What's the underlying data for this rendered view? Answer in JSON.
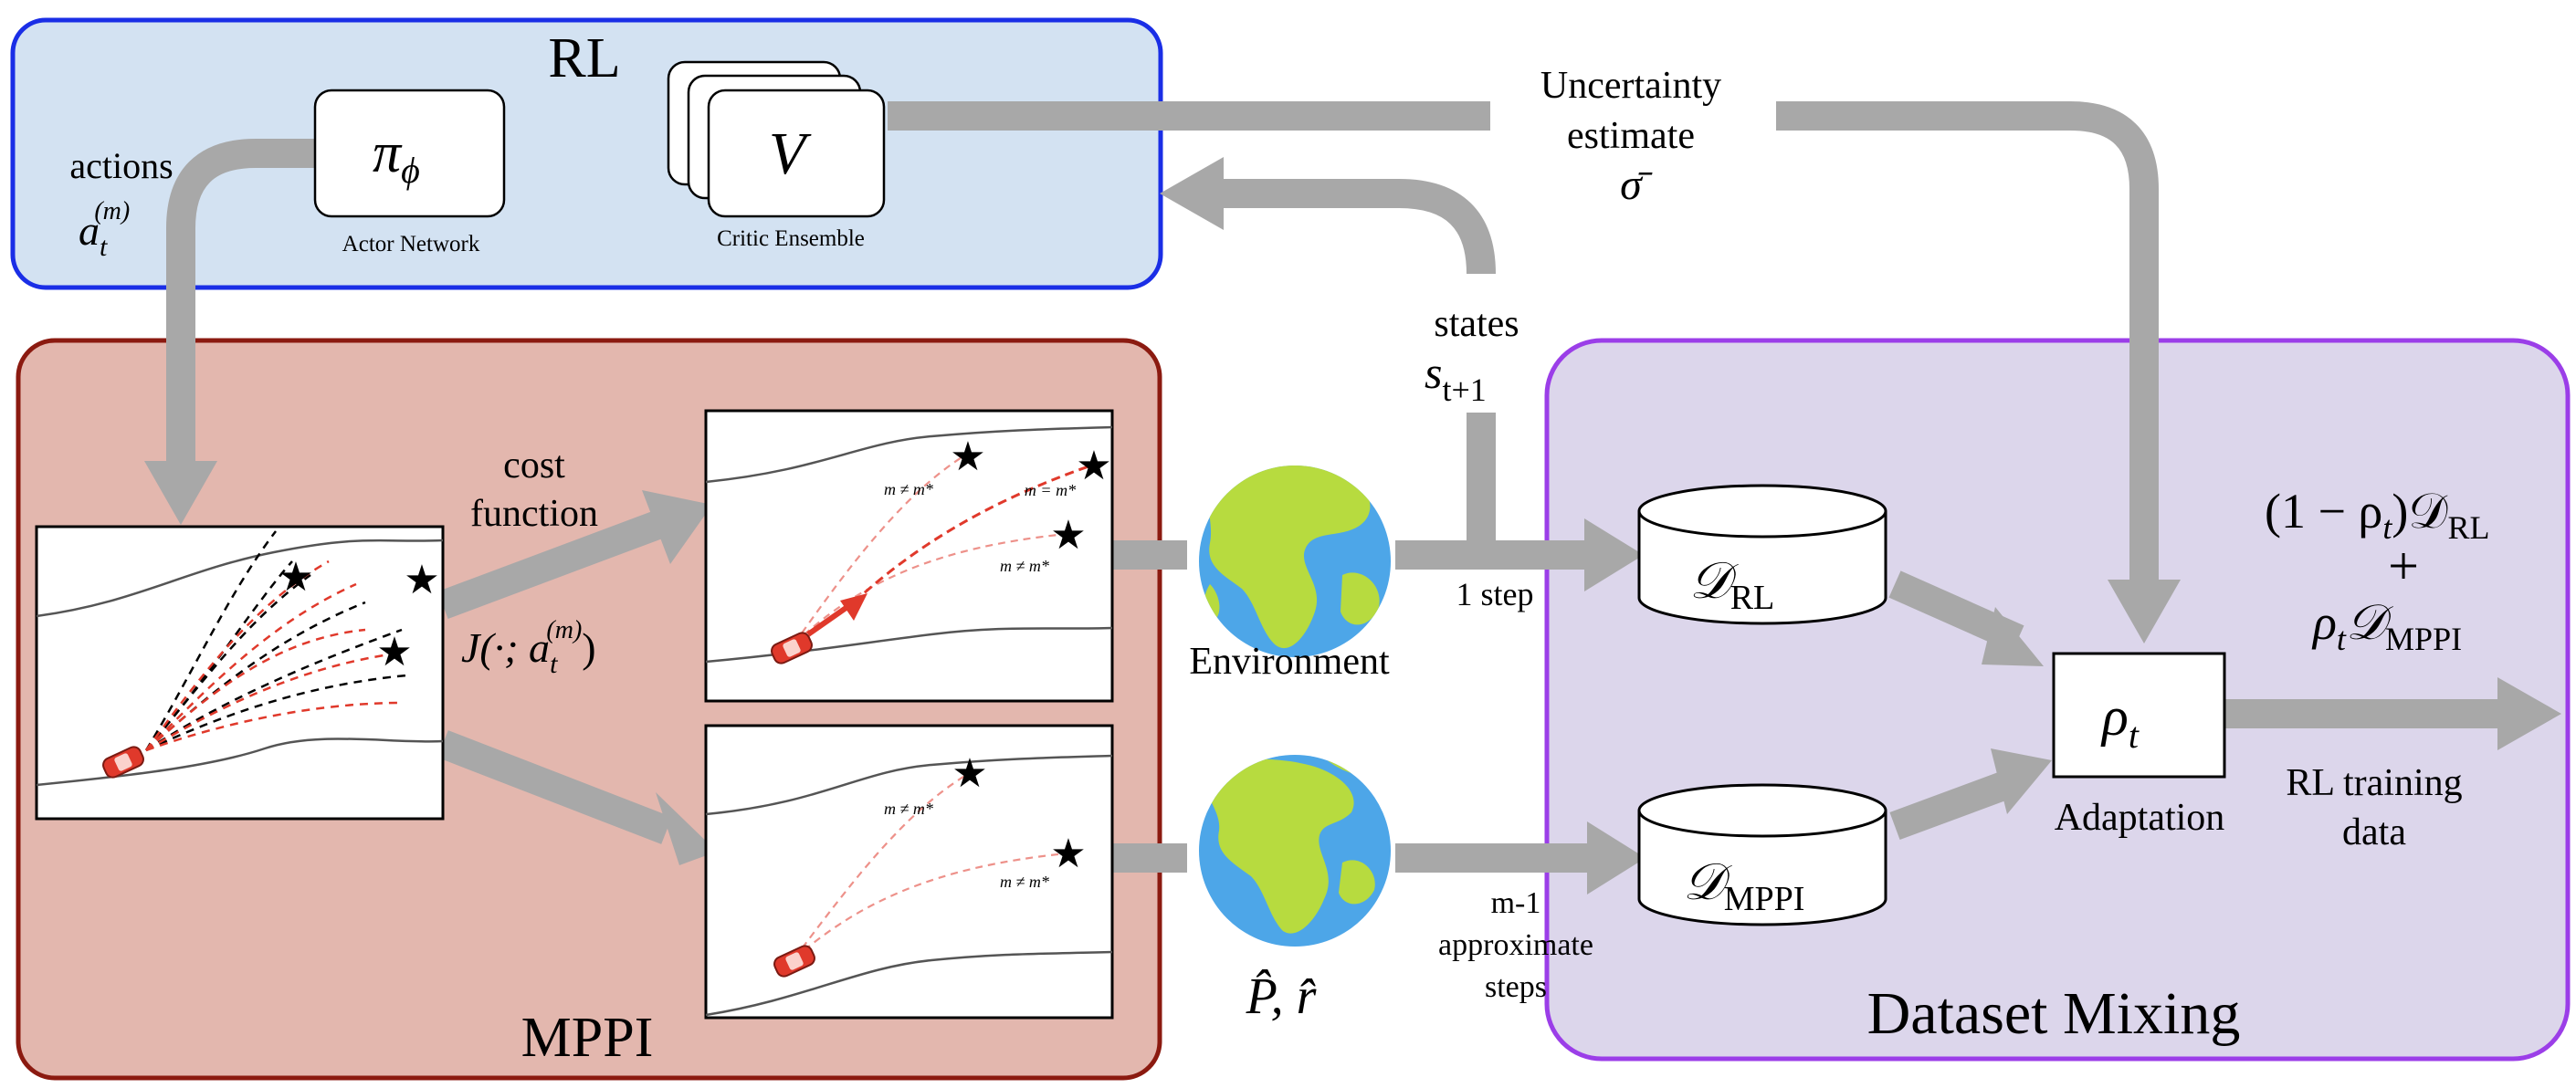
{
  "panels": {
    "rl": "RL",
    "mppi": "MPPI",
    "mixing": "Dataset Mixing"
  },
  "actor": {
    "symbol": "π",
    "subscript": "ϕ",
    "caption": "Actor Network"
  },
  "critic": {
    "symbol": "V",
    "caption": "Critic Ensemble"
  },
  "actions": {
    "label": "actions",
    "symbol": "a",
    "sub": "t",
    "sup": "(m)"
  },
  "uncertainty": {
    "line1": "Uncertainty",
    "line2": "estimate",
    "symbol": "σ̄"
  },
  "states": {
    "label": "states",
    "symbol": "s",
    "sub": "t+1"
  },
  "cost": {
    "line1": "cost",
    "line2": "function",
    "formula": "J(·; a",
    "sub": "t",
    "sup": "(m)",
    "close": ")"
  },
  "trajectory_labels": {
    "not_best": "m ≠ m*",
    "best": "m = m*"
  },
  "environment": {
    "label": "Environment",
    "model_label": "P̂, r̂"
  },
  "edges": {
    "one_step": "1 step",
    "approx_line1": "m-1",
    "approx_line2": "approximate",
    "approx_line3": "steps"
  },
  "datasets": {
    "rl_symbol": "𝒟",
    "rl_sub": "RL",
    "mppi_symbol": "𝒟",
    "mppi_sub": "MPPI"
  },
  "adaptation": {
    "symbol": "ρ",
    "sub": "t",
    "caption": "Adaptation"
  },
  "mix_formula": {
    "line1_pre": "(1 − ρ",
    "line1_sub1": "t",
    "line1_mid": ")𝒟",
    "line1_sub2": "RL",
    "plus": "+",
    "line3_pre": "ρ",
    "line3_sub1": "t",
    "line3_mid": "𝒟",
    "line3_sub2": "MPPI"
  },
  "output": {
    "line1": "RL training",
    "line2": "data"
  },
  "colors": {
    "rl_fill": "#d3e2f2",
    "rl_border": "#1a2ee6",
    "mppi_fill": "#e3b7ae",
    "mppi_border": "#8b1a10",
    "mix_fill": "#dcd6eb",
    "mix_border": "#9b3ee8",
    "arrow": "#a8a8a8",
    "trajectory_red": "#e0392b",
    "ocean": "#4da6e8",
    "land": "#b7db3f"
  }
}
